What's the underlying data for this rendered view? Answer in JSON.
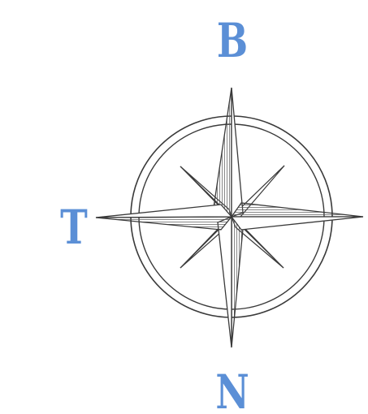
{
  "labels": {
    "top": "B",
    "left": "T",
    "bottom": "N",
    "right": ""
  },
  "colors": {
    "label": "#5b8fd6",
    "ink": "#3a3a3a",
    "hatch": "#555555",
    "paper": "#ffffff"
  },
  "icon": "compass-rose-icon"
}
